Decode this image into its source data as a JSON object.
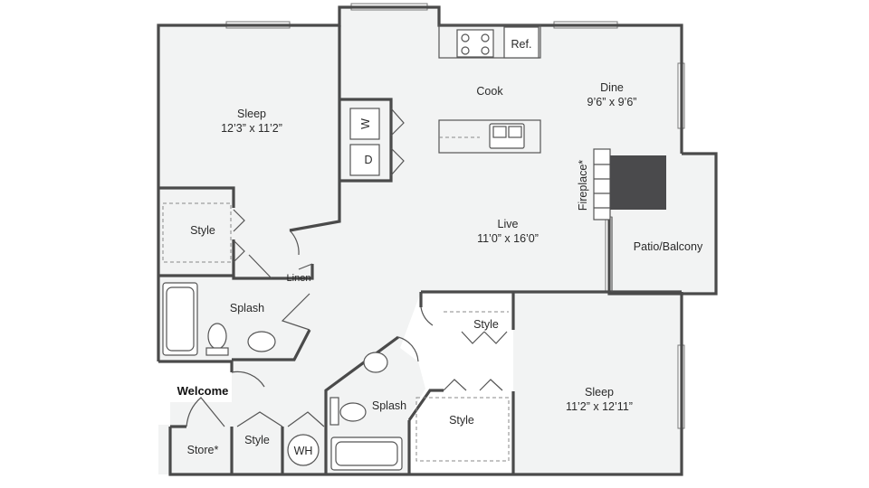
{
  "rooms": {
    "sleep_1": {
      "name": "Sleep",
      "size": "12’3” x 11’2”"
    },
    "cook": {
      "name": "Cook"
    },
    "dine": {
      "name": "Dine",
      "size": "9’6” x 9’6”"
    },
    "live": {
      "name": "Live",
      "size": "11’0” x 16’0”"
    },
    "patio": {
      "name": "Patio/Balcony"
    },
    "style_1": {
      "name": "Style"
    },
    "splash_1": {
      "name": "Splash"
    },
    "linen": {
      "name": "Linen"
    },
    "style_2": {
      "name": "Style"
    },
    "splash_2": {
      "name": "Splash"
    },
    "style_3": {
      "name": "Style"
    },
    "sleep_2": {
      "name": "Sleep",
      "size": "11’2” x 12’11”"
    },
    "welcome": {
      "name": "Welcome"
    },
    "store": {
      "name": "Store*"
    },
    "style_4": {
      "name": "Style"
    },
    "wh": {
      "name": "WH"
    }
  },
  "fixtures": {
    "ref": "Ref.",
    "washer": "W",
    "dryer": "D",
    "fireplace": "Fireplace*"
  },
  "colors": {
    "wall": "#4a4a4a",
    "floor": "#f2f3f3",
    "fireplace": "#4a4a4c"
  }
}
